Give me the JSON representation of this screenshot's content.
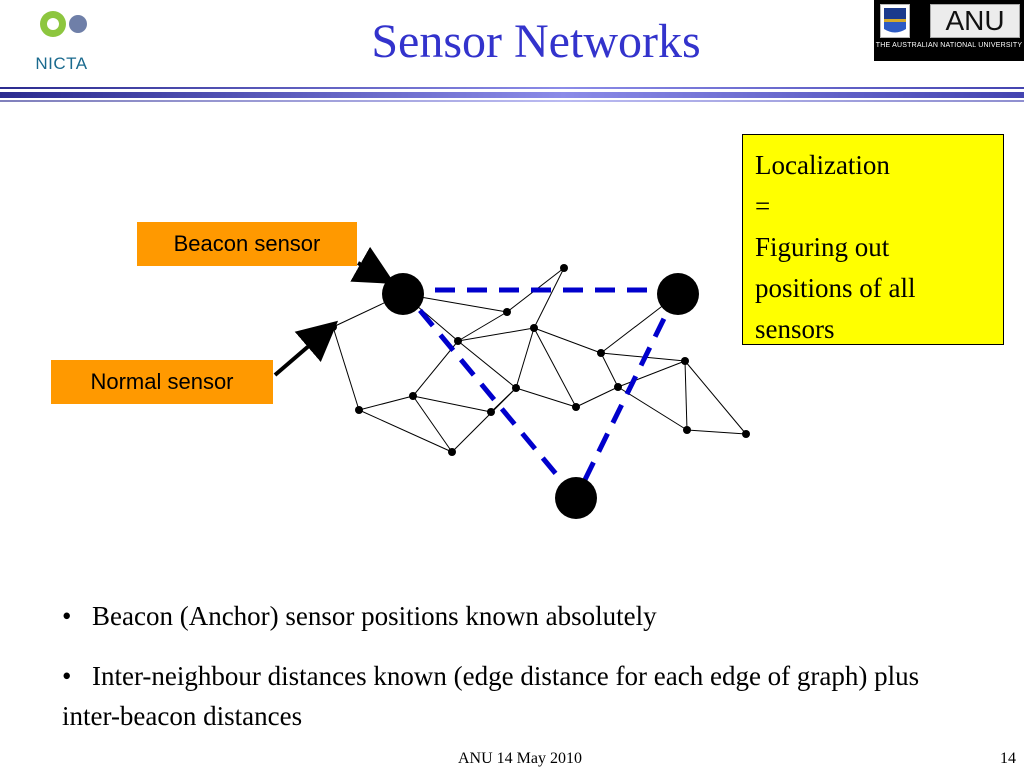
{
  "header": {
    "title": "Sensor Networks",
    "left_logo_text": "NICTA",
    "right_logo_text": "ANU",
    "right_logo_subtext": "THE AUSTRALIAN NATIONAL UNIVERSITY"
  },
  "figure": {
    "beacon_label": "Beacon sensor",
    "normal_label": "Normal sensor"
  },
  "definition_box": {
    "lines": [
      "Localization",
      "=",
      "Figuring out",
      "positions of all",
      "sensors"
    ]
  },
  "bullets": [
    {
      "marker": "•",
      "text": "Beacon (Anchor) sensor positions known absolutely"
    },
    {
      "marker": "•",
      "text": "Inter-neighbour distances known (edge distance for  each edge of graph) plus inter-beacon distances"
    }
  ],
  "footer": {
    "center": "ANU 14 May 2010",
    "page_number": "14"
  },
  "colors": {
    "title": "#3333cc",
    "callout": "#ff9900",
    "definition_box": "#ffff00",
    "beacon_triangle": "#0000cc"
  }
}
